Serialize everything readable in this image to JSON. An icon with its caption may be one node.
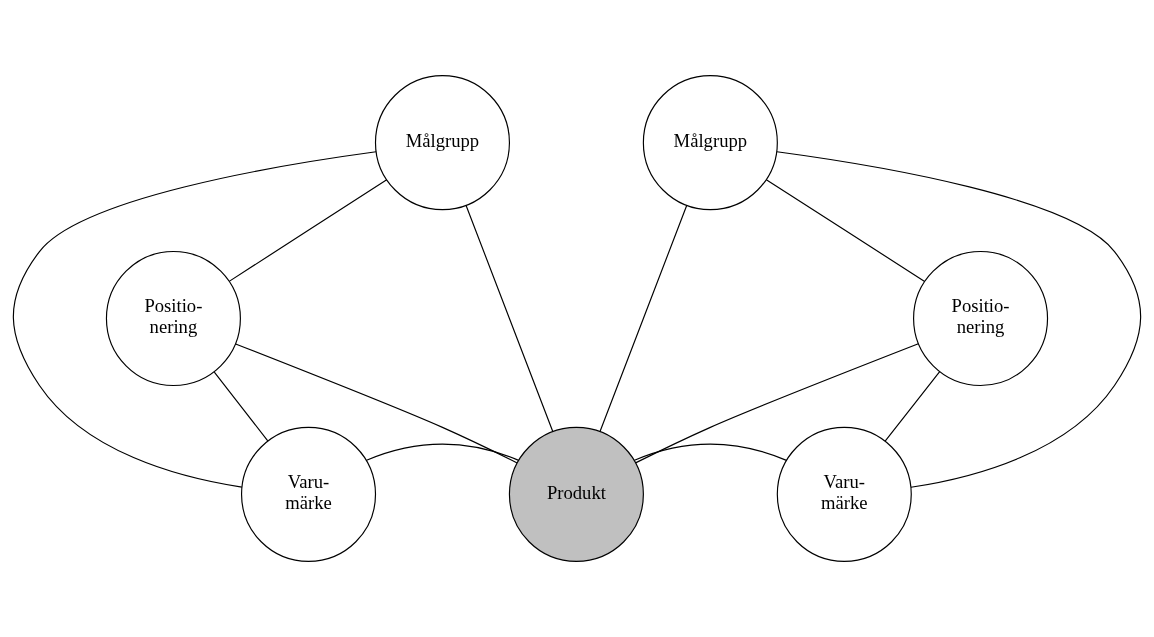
{
  "diagram": {
    "nodes": [
      {
        "text": [
          "Målgrupp"
        ]
      },
      {
        "text": [
          "Målgrupp"
        ]
      },
      {
        "text": [
          "Positio- nering"
        ]
      },
      {
        "text": [
          "Positio- nering"
        ]
      },
      {
        "text": [
          "Varu- märke"
        ]
      },
      {
        "text": [
          "Produkt"
        ]
      },
      {
        "text": [
          "Varu- märke"
        ]
      }
    ],
    "edges": [
      {
        "from": 0,
        "to": 2,
        "arrow": "none"
      },
      {
        "from": 0,
        "to": 4,
        "arrow": "none"
      },
      {
        "from": 0,
        "to": 5,
        "arrow": "none"
      },
      {
        "from": 2,
        "to": 4,
        "arrow": "none"
      },
      {
        "from": 2,
        "to": 5,
        "arrow": "none"
      },
      {
        "from": 4,
        "to": 5,
        "arrow": "none"
      },
      {
        "from": 1,
        "to": 3,
        "arrow": "none"
      },
      {
        "from": 1,
        "to": 5,
        "arrow": "none"
      },
      {
        "from": 1,
        "to": 6,
        "arrow": "none"
      },
      {
        "from": 3,
        "to": 5,
        "arrow": "none"
      },
      {
        "from": 3,
        "to": 6,
        "arrow": "none"
      },
      {
        "from": 5,
        "to": 6,
        "arrow": "none"
      }
    ]
  }
}
